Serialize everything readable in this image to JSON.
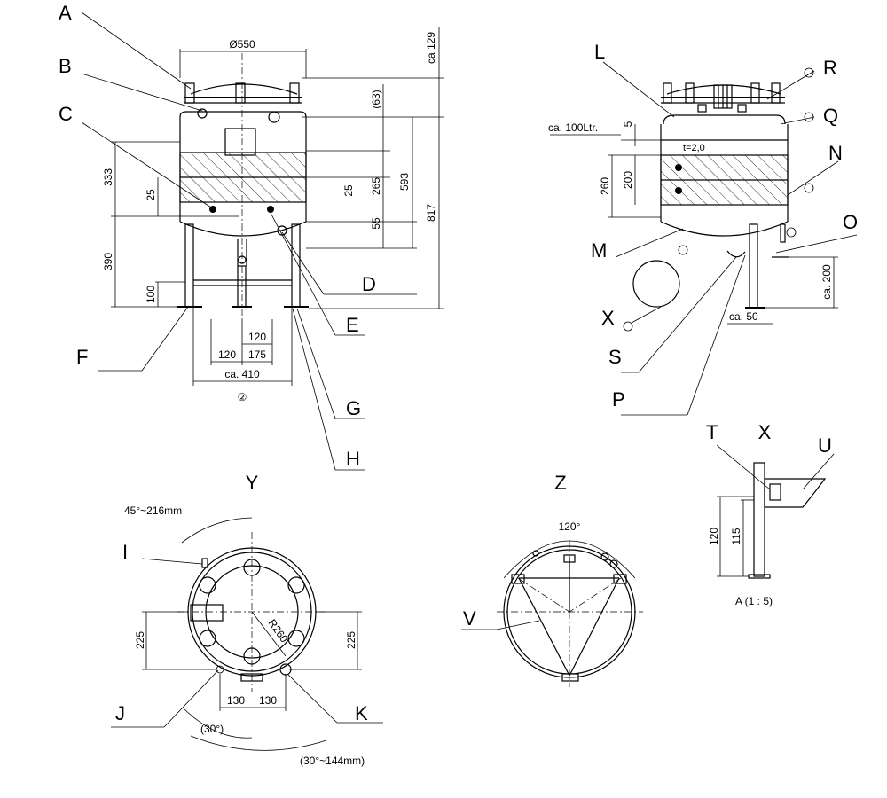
{
  "callouts": {
    "A": "A",
    "B": "B",
    "C": "C",
    "D": "D",
    "E": "E",
    "F": "F",
    "G": "G",
    "H": "H",
    "I": "I",
    "J": "J",
    "K": "K",
    "L": "L",
    "M": "M",
    "N": "N",
    "O": "O",
    "P": "P",
    "Q": "Q",
    "R": "R",
    "S": "S",
    "T": "T",
    "U": "U",
    "V": "V",
    "X1": "X",
    "X2": "X"
  },
  "view_labels": {
    "Y": "Y",
    "Z": "Z",
    "detail_scale": "A (1 : 5)",
    "section_mark": "②"
  },
  "front_dims": {
    "diameter": "Ø550",
    "ca129": "ca 129",
    "d63": "(63)",
    "d333": "333",
    "d25a": "25",
    "d25b": "25",
    "d265": "265",
    "d593": "593",
    "d817": "817",
    "d55": "55",
    "d390": "390",
    "d100": "100",
    "d120a": "120",
    "d120b": "120",
    "d175": "175",
    "ca410": "ca. 410"
  },
  "side_dims": {
    "ca100ltr": "ca. 100Ltr.",
    "d5": "5",
    "t20": "t=2,0",
    "d260": "260",
    "d200": "200",
    "ca200": "ca. 200",
    "ca50": "ca. 50"
  },
  "top_dims": {
    "angle1": "45°~216mm",
    "r260": "R260",
    "d225a": "225",
    "d225b": "225",
    "d130a": "130",
    "d130b": "130",
    "angle30": "(30°)",
    "angle2": "(30°~144mm)"
  },
  "bottom_dims": {
    "angle120": "120°"
  },
  "detail_dims": {
    "d120": "120",
    "d115": "115"
  }
}
